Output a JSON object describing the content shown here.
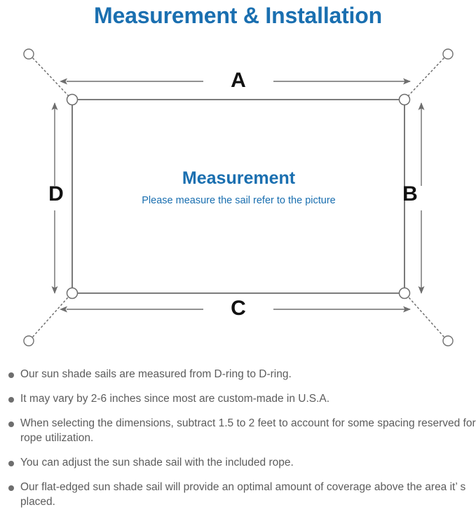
{
  "header": {
    "title": "Measurement & Installation",
    "title_color": "#1a6fb0"
  },
  "diagram": {
    "name": "sun-shade-sail-measurement-diagram",
    "center_label": "Measurement",
    "center_sublabel": "Please measure the sail refer to the picture",
    "line_color": "#6e6e6e",
    "dimension_labels": {
      "top": "A",
      "right": "B",
      "bottom": "C",
      "left": "D"
    },
    "anchor_count": 4,
    "d_ring_count": 4
  },
  "notes": {
    "bullet_color": "#6e6e6e",
    "items": [
      "Our sun shade sails are measured from D-ring to D-ring.",
      "It may vary by 2-6 inches since most are custom-made in U.S.A.",
      "When selecting the dimensions, subtract 1.5 to 2 feet to account for some spacing reserved for rope utilization.",
      "You can adjust the sun shade sail with the included rope.",
      "Our flat-edged sun shade sail will provide an optimal amount of coverage above the area it’ s placed."
    ]
  }
}
